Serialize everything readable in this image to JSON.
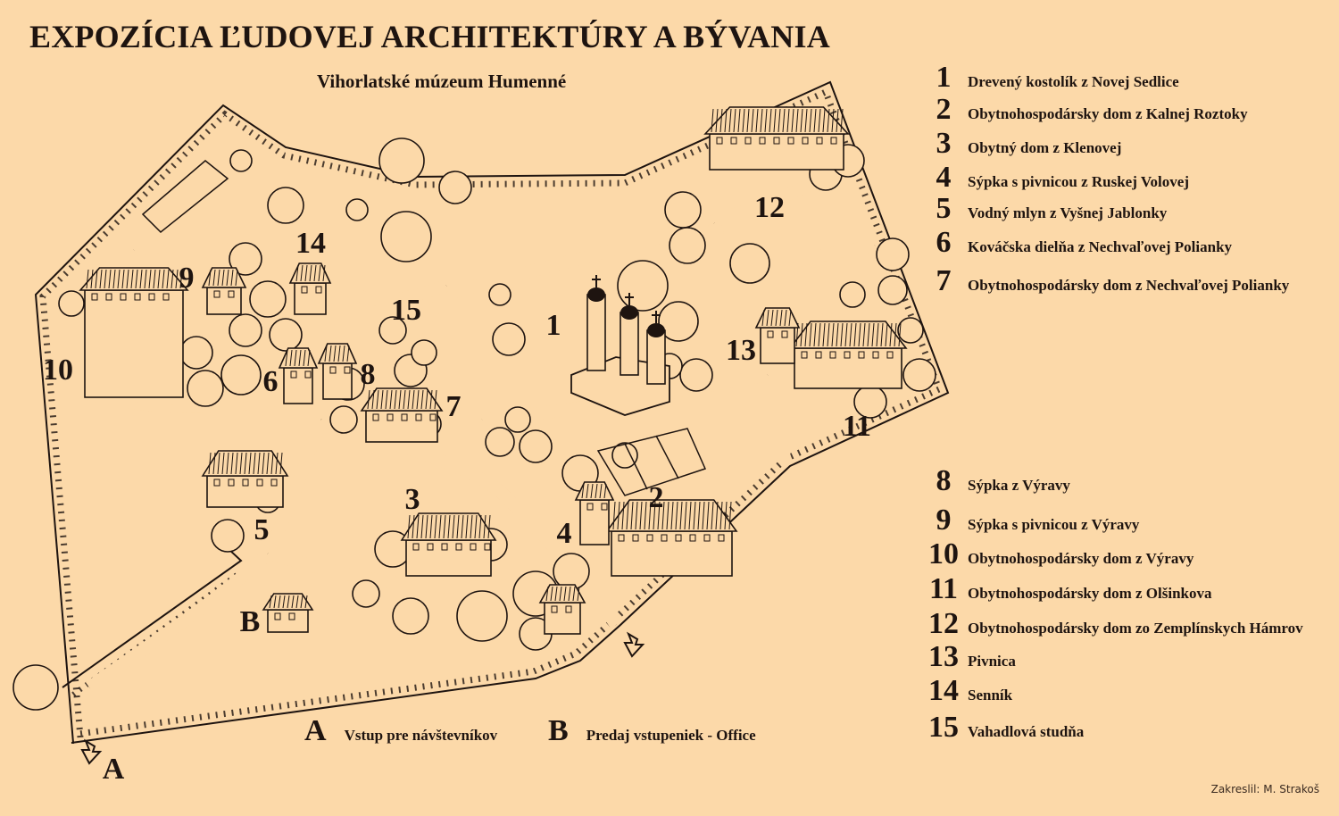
{
  "title": "EXPOZÍCIA ĽUDOVEJ ARCHITEKTÚRY A BÝVANIA",
  "subtitle": "Vihorlatské múzeum Humenné",
  "colors": {
    "background": "#fcd9a9",
    "ink": "#1e1410"
  },
  "map_labels": [
    "1",
    "2",
    "3",
    "4",
    "5",
    "6",
    "7",
    "8",
    "9",
    "10",
    "11",
    "12",
    "13",
    "14",
    "15",
    "A",
    "B"
  ],
  "legend": [
    {
      "num": "1",
      "text": "Drevený kostolík z Novej Sedlice"
    },
    {
      "num": "2",
      "text": "Obytnohospodársky dom z Kalnej Roztoky"
    },
    {
      "num": "3",
      "text": "Obytný dom z Klenovej"
    },
    {
      "num": "4",
      "text": "Sýpka s pivnicou z Ruskej Volovej"
    },
    {
      "num": "5",
      "text": "Vodný mlyn z Vyšnej Jablonky"
    },
    {
      "num": "6",
      "text": "Kováčska dielňa z Nechvaľovej Polianky"
    },
    {
      "num": "7",
      "text": "Obytnohospodársky dom z Nechvaľovej Polianky"
    },
    {
      "num": "8",
      "text": "Sýpka z Výravy"
    },
    {
      "num": "9",
      "text": "Sýpka s pivnicou z Výravy"
    },
    {
      "num": "10",
      "text": "Obytnohospodársky dom z Výravy"
    },
    {
      "num": "11",
      "text": "Obytnohospodársky dom z Olšinkova"
    },
    {
      "num": "12",
      "text": "Obytnohospodársky dom zo Zemplínskych Hámrov"
    },
    {
      "num": "13",
      "text": "Pivnica"
    },
    {
      "num": "14",
      "text": "Senník"
    },
    {
      "num": "15",
      "text": "Vahadlová studňa"
    }
  ],
  "points": [
    {
      "letter": "A",
      "text": "Vstup pre návštevníkov"
    },
    {
      "letter": "B",
      "text": "Predaj vstupeniek - Office"
    }
  ],
  "credit": "Zakreslil: M. Strakoš"
}
